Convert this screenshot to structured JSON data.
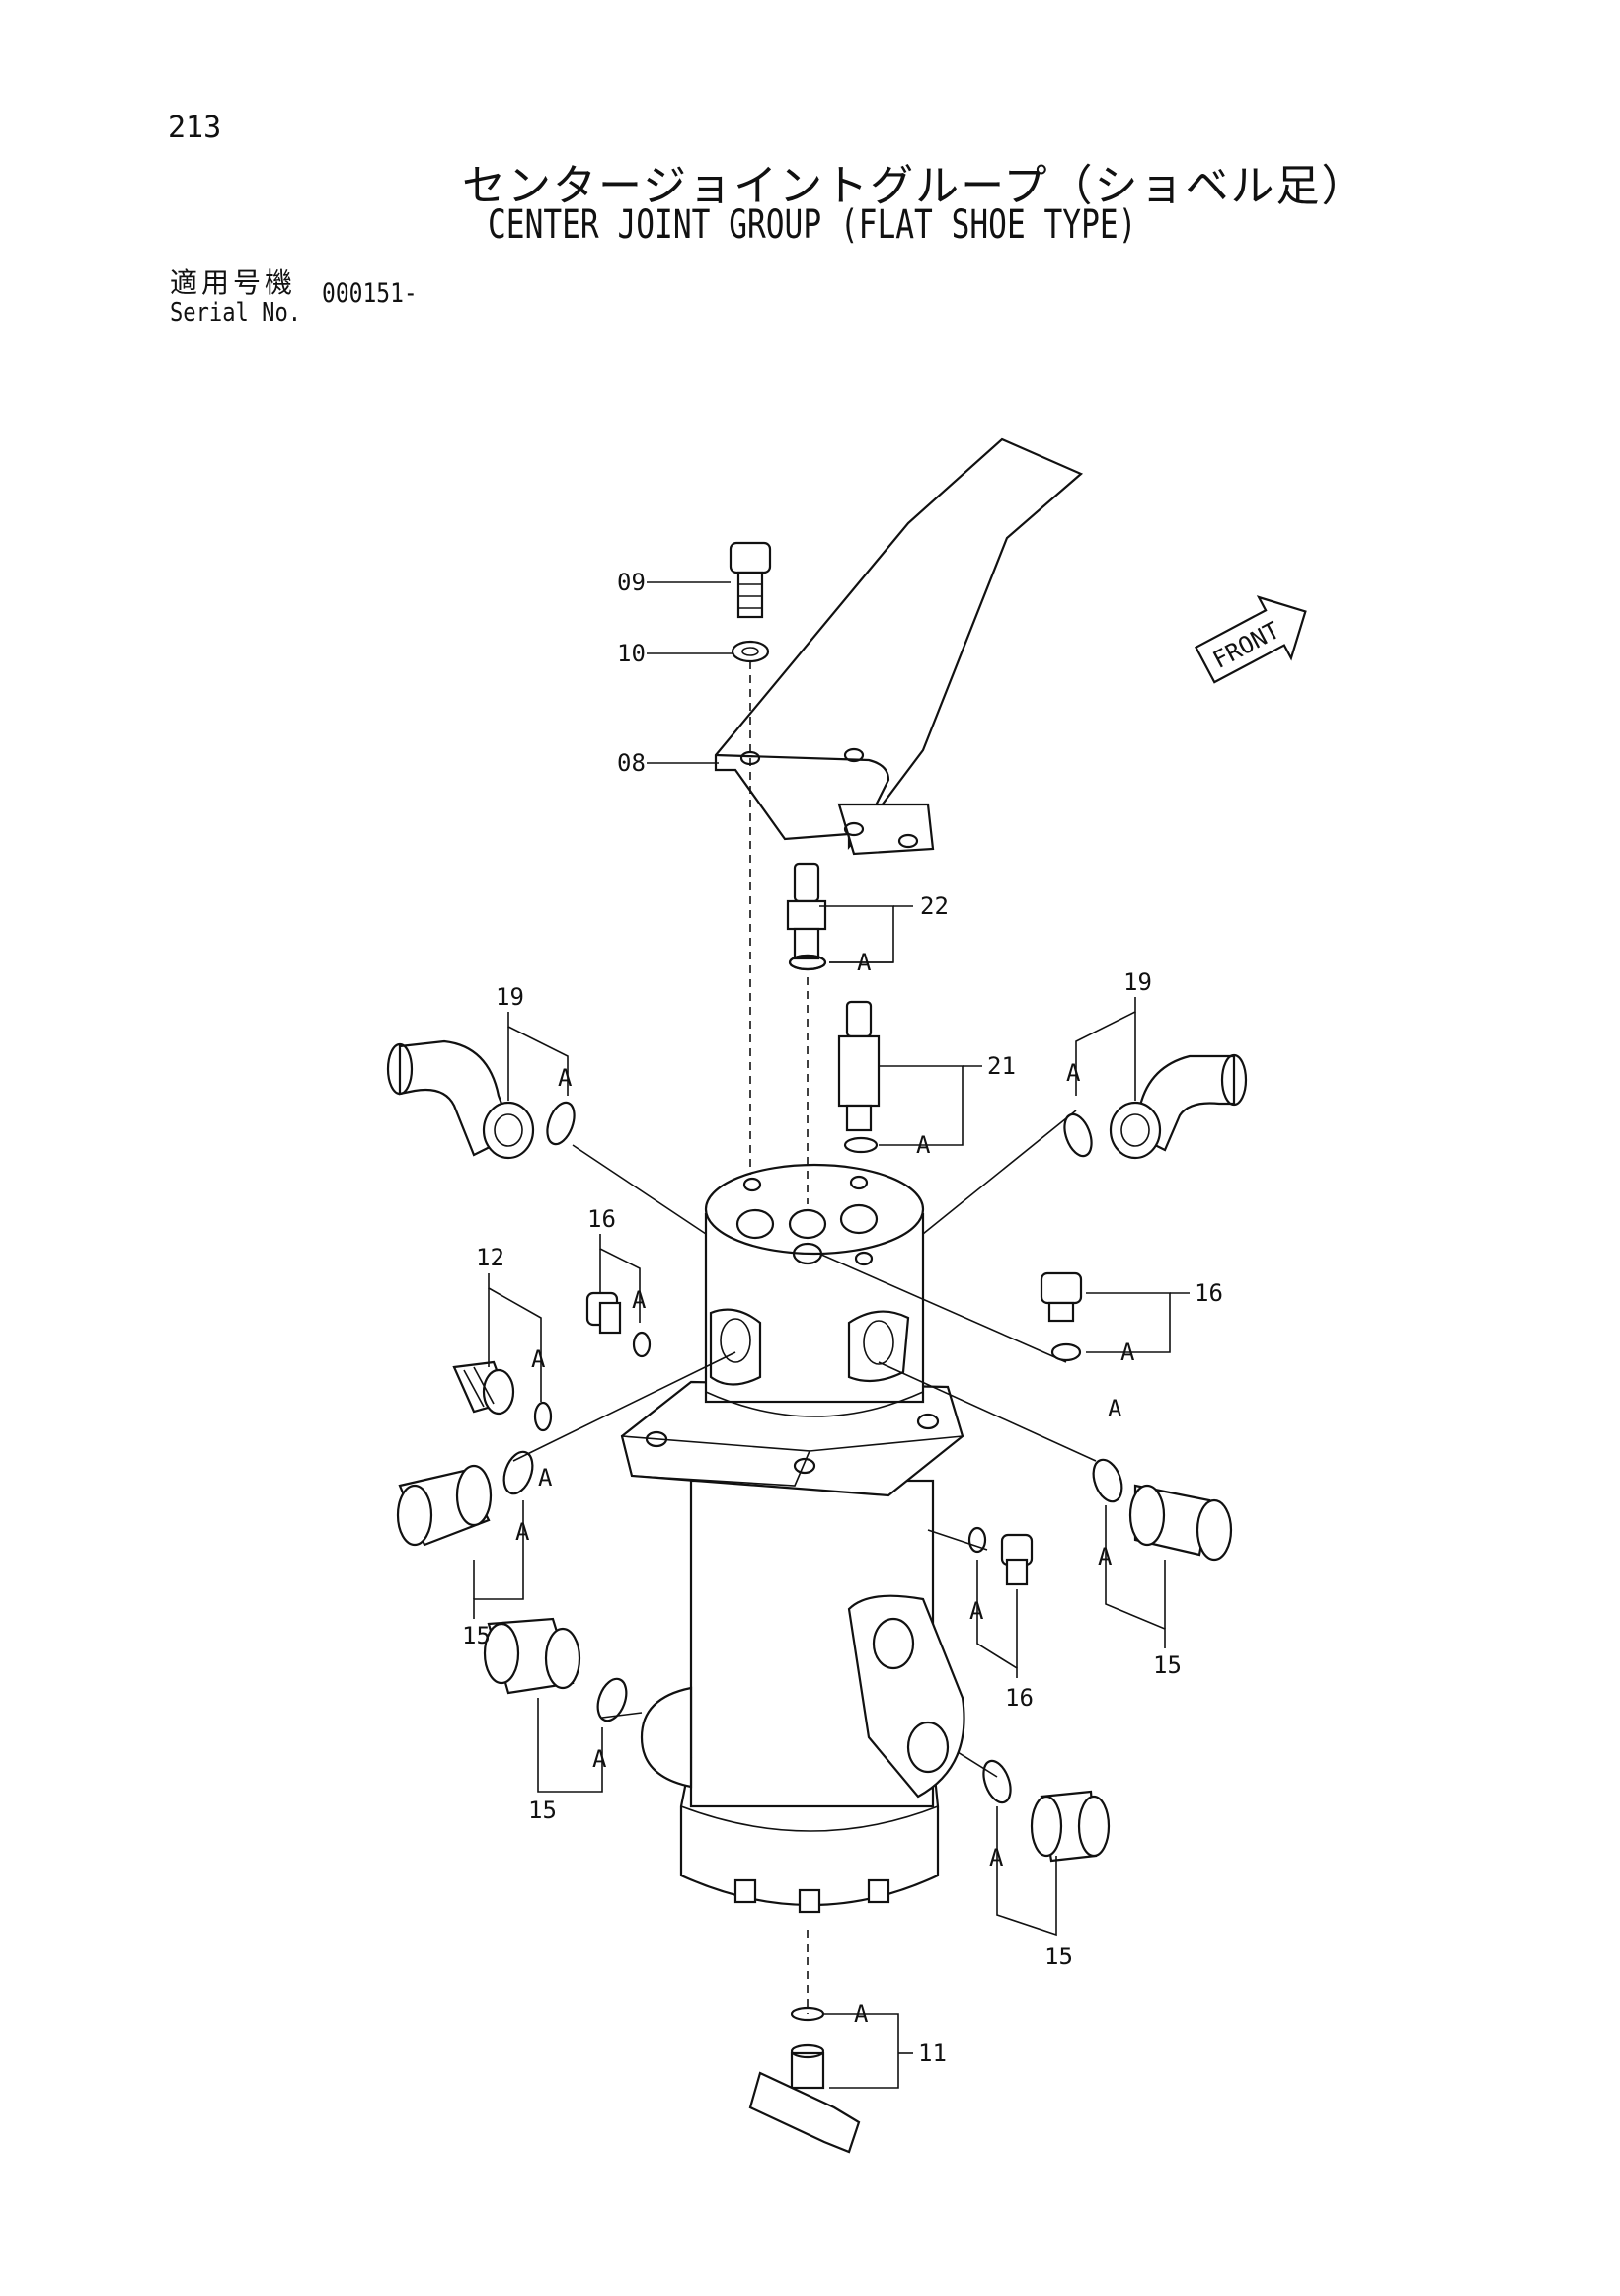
{
  "header": {
    "page_number": "213",
    "title_jp": "センタージョイントグループ（ショベル足）",
    "title_en": "CENTER JOINT GROUP (FLAT SHOE TYPE)",
    "serial_label_jp": "適用号機",
    "serial_label_en": "Serial No.",
    "serial_value": "000151-"
  },
  "front_indicator": "FRONT",
  "callouts": {
    "c09": "09",
    "c10": "10",
    "c08": "08",
    "c22": "22",
    "c21": "21",
    "c19_left": "19",
    "c19_right": "19",
    "c16_a": "16",
    "c16_b": "16",
    "c16_c": "16",
    "c12": "12",
    "c15_a": "15",
    "c15_b": "15",
    "c15_c": "15",
    "c15_d": "15",
    "c11": "11"
  },
  "detail_marks": {
    "a1": "A",
    "a2": "A",
    "a3": "A",
    "a4": "A",
    "a5": "A",
    "a6": "A",
    "a7": "A",
    "a8": "A",
    "a9": "A",
    "a10": "A",
    "a11": "A",
    "a12": "A",
    "a13": "A",
    "a14": "A",
    "a15": "A"
  }
}
